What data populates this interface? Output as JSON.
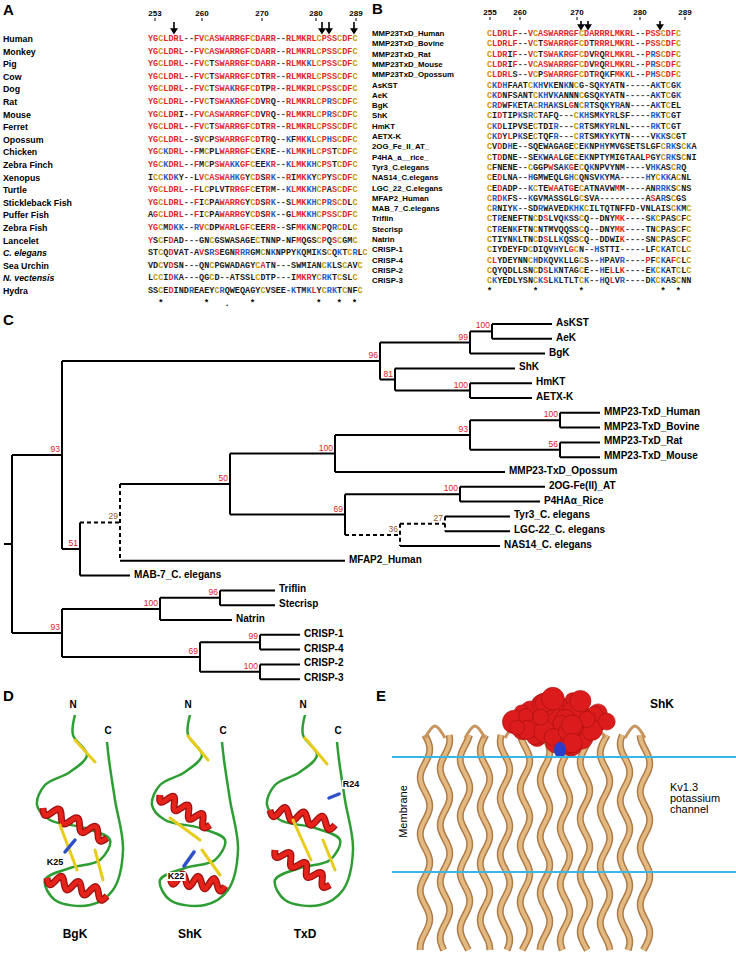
{
  "diagram": {
    "labels": [
      "A",
      "253",
      "260",
      "270",
      "280",
      "289",
      "Human",
      "Monkey",
      "Pig",
      "Cow",
      "Dog",
      "Rat",
      "Mouse",
      "Ferret",
      "Opossum",
      "Chicken",
      "Zebra Finch",
      "Xenopus",
      "Turtle",
      "Stickleback Fish",
      "Puffer Fish",
      "Zebra Fish",
      "Lancelet",
      "C. elegans",
      "Sea Urchin",
      "N. vectensis",
      "Hydra",
      "YGCLDRL--FVCASWARRGFCDARR--RLMKRLCPSSCDFC",
      "YGCLDRL--FVCASWARRGFCDARR--RLMKRLCPSSCDFC",
      "YGCLDRL--FVCTSWARRGFCDARR--RLMKKLCPSSCDFC",
      "YGCLDRL--FVCTSWARRGFCDTRR--RLMKRLCPSSCDFC",
      "YGCLDRL--FVCTSWAKRGFCDTPR--RLMKRLCPSSCDFC",
      "YGCLDRL--FVCTSWAKRGFCDVRQ--RLMKRLCPRSCDFC",
      "YGCLDRI--FVCASWARRGFCDVRQ--RLMKRLCPRSCDFC",
      "YGCLDRL--FVCTSWARRGFCDTRR--RLMKRLCPSSCDFC",
      "YGCLDRL--SVCPSWARRGFCDTRQ--KFMKKLCPHSCDFC",
      "YGCKDRL--FMCPLWARRGFCEKRE--KLMKHLCPSTCDFC",
      "YGCKDRL--FMCPSWAKKGFCEEKR--KLMKKHCPSTCDFC",
      "ICCKDKY--LVCASWAHKGYCDSRK--RIMKKYCPYSCDFC",
      "YGCLDRL--FLCPLVTRRGFCETRM--KLMKKHCPASCDFC",
      "YGCLDRL--FICPAWARRGYCDSRK--SLMKKHCPRSCDLC",
      "AGCLDRL--FICPAWARRGYCDSRK--GLMKKHCPSSCDFC",
      "YGCMDKK--RVCDPWARLGFCEERR--SFMKKNCPQRCDLC",
      "YSCFDAD---GNCGSWASAGECTNNP-NFMQGSCPQSCGMC",
      "STCQDVAT-AVSRSEGNRRRGMCNKNPPYKQMIKSCQKTCRLC",
      "VDCVDSN---QNCPGWADAGYCATN---SWMIANCKLSCAVC",
      "LCCIDKA---QGCD--ATSSLCDTP---IMKRYCRKTCSLC",
      "SSCEDINDREAEYCRQWEQAGYCVSEE-KTMKLYCRKTCNFC",
      "*        *   .    *            *   *  *",
      "B",
      "255",
      "260",
      "270",
      "280",
      "289",
      "MMP23TxD_Human",
      "MMP23TxD_Bovine",
      "MMP23TxD_Rat",
      "MMP23TxD_Mouse",
      "MMP23TxD_Opossum",
      "AsKST",
      "AeK",
      "BgK",
      "ShK",
      "HmKT",
      "AETX-K",
      "2OG_Fe_II_AT_",
      "P4HA_a__rice_",
      "Tyr3_C.elegans",
      "NAS14_C.elegans",
      "LGC_22_C.elegans",
      "MFAP2_Human",
      "MAB_7_C.elegans",
      "Triflin",
      "Stecrisp",
      "Natrin",
      "CRISP-1",
      "CRISP-4",
      "CRISP-2",
      "CRISP-3",
      "CLDRLF--VCASWARRGFCDARRRLMKRL--PSSCDFC",
      "CLDRLF--VCTSWARRGFCDTRRRLMKRL--PSSCDFC",
      "CLDRIF--VCTSWAKRGFCDVRQRLMKRL--PRSCDFC",
      "CLDRIF--VCASWARRGFCDVRQRLMKRL--PRSCDFC",
      "CLDRLS--VCPSWARRGFCDTRQKFMKKL--PHSCDFC",
      "CKDHFAATCKHVKENKNCG-SQKYATN-----AKTCGK",
      "CKDNFSANTCKHVKANNNCGSQKYATN-----AKTCGK",
      "CRDWFKETACRHAKSLGNCRTSQKYRAN----AKTCEL",
      "CIDTIPKSRCTAFQ---CKHSMKYRLSF----RKTCGT",
      "CKDLIPVSECTDIR---CRTSMKYRLNL----RKTCGT",
      "CKDYLPKSECTQFR---CRTSMKYKYTN----VKKSCGT",
      "CVDDHE--SQEWAGAGECEKNPHYMVGSETSLGFCRKSCKA",
      "CTDDNE--SEKWAALGECEKNPTYMIGTAALPGYCRKSCNI",
      "CFNENE--CGGPWSAKGECQKNPVYNM----VHKASCRQ",
      "CEDLNA--HGMWEQLGHCQNSVKYMA-----HYCKKACNL",
      "CEDADP--KCTEWAATGECATNAVWMM----ANRRKSCNS",
      "CRDKFS--KGVMASSGLGCSVA---------ASARSCGS",
      "CRNIYK--SDRWAVEDKHKCILTQTNFFD-VNLAISCKMC",
      "CTRENEFTNCDSLVQKSSCQ--DNYMK----SKCPASCFC",
      "CTRENKFTNCNTMVQQSSCQ--DNYMK----TNCPASCFC",
      "CTIYNKLTNCDSLLKQSSCQ--DDWIK----SNCPASCFC",
      "CIYDEYFDCDIQVHYLGCN--HSTTI-----LFCKATCLC",
      "CLYDEYNNCHDKQVKLLGCS--HPAVR----PFCKAFCLC",
      "CQYQDLLSNCDSLKNTAGCE--HELLK----EKCKATCLC",
      "CKYEDLYSNCKSLKLTLTCK--HQLVR----DKCKASCNN",
      "*        *        *               *  *",
      "C",
      "AsKST",
      "AeK",
      "BgK",
      "ShK",
      "HmKT",
      "AETX-K",
      "MMP23-TxD_Human",
      "MMP23-TxD_Bovine",
      "MMP23-TxD_Rat",
      "MMP23-TxD_Mouse",
      "MMP23-TxD_Opossum",
      "2OG-Fe(II)_AT",
      "P4HAα_Rice",
      "Tyr3_C. elegans",
      "LGC-22_C. elegans",
      "NAS14_C. elegans",
      "MFAP2_Human",
      "MAB-7_C. elegans",
      "Triflin",
      "Stecrisp",
      "Natrin",
      "CRISP-1",
      "CRISP-4",
      "CRISP-2",
      "CRISP-3",
      "93",
      "96",
      "99",
      "100",
      "81",
      "100",
      "51",
      "29",
      "50",
      "100",
      "93",
      "100",
      "56",
      "69",
      "100",
      "36",
      "27",
      "93",
      "100",
      "96",
      "69",
      "99",
      "100",
      "D",
      "N",
      "C",
      "K25",
      "BgK",
      "N",
      "C",
      "K22",
      "ShK",
      "N",
      "C",
      "R24",
      "TxD",
      "E",
      "ShK",
      "Membrane",
      "Kv1.3 potassium channel"
    ]
  }
}
